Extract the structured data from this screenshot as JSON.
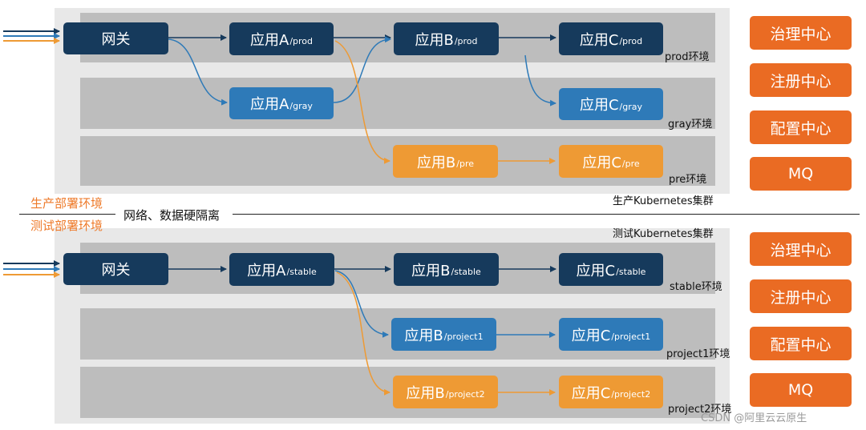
{
  "colors": {
    "gateway": "#163a5c",
    "gray": "#2e7ab8",
    "pre": "#ee9a34",
    "side": "#ea6b23",
    "env_label": "#ee7a2a",
    "blue_arrow": "#2e7ab8",
    "orange_arrow": "#ee9a34"
  },
  "prod_cluster": {
    "k8s_label": "生产Kubernetes集群",
    "gateway": "网关",
    "bands": {
      "prod": "prod环境",
      "gray": "gray环境",
      "pre": "pre环境"
    },
    "nodes": {
      "a_prod": {
        "main": "应用A",
        "sub": "/prod"
      },
      "b_prod": {
        "main": "应用B",
        "sub": "/prod"
      },
      "c_prod": {
        "main": "应用C",
        "sub": "/prod"
      },
      "a_gray": {
        "main": "应用A",
        "sub": "/gray"
      },
      "c_gray": {
        "main": "应用C",
        "sub": "/gray"
      },
      "b_pre": {
        "main": "应用B",
        "sub": "/pre"
      },
      "c_pre": {
        "main": "应用C",
        "sub": "/pre"
      }
    },
    "side_boxes": [
      "治理中心",
      "注册中心",
      "配置中心",
      "MQ"
    ]
  },
  "divider": {
    "prod_env_name": "生产部署环境",
    "test_env_name": "测试部署环境",
    "text": "网络、数据硬隔离"
  },
  "test_cluster": {
    "k8s_label": "测试Kubernetes集群",
    "gateway": "网关",
    "bands": {
      "stable": "stable环境",
      "project1": "project1环境",
      "project2": "project2环境"
    },
    "nodes": {
      "a_stable": {
        "main": "应用A",
        "sub": "/stable"
      },
      "b_stable": {
        "main": "应用B",
        "sub": "/stable"
      },
      "c_stable": {
        "main": "应用C",
        "sub": "/stable"
      },
      "b_project1": {
        "main": "应用B",
        "sub": "/project1"
      },
      "c_project1": {
        "main": "应用C",
        "sub": "/project1"
      },
      "b_project2": {
        "main": "应用B",
        "sub": "/project2"
      },
      "c_project2": {
        "main": "应用C",
        "sub": "/project2"
      }
    },
    "side_boxes": [
      "治理中心",
      "注册中心",
      "配置中心",
      "MQ"
    ]
  },
  "watermark": "CSDN @阿里云云原生"
}
